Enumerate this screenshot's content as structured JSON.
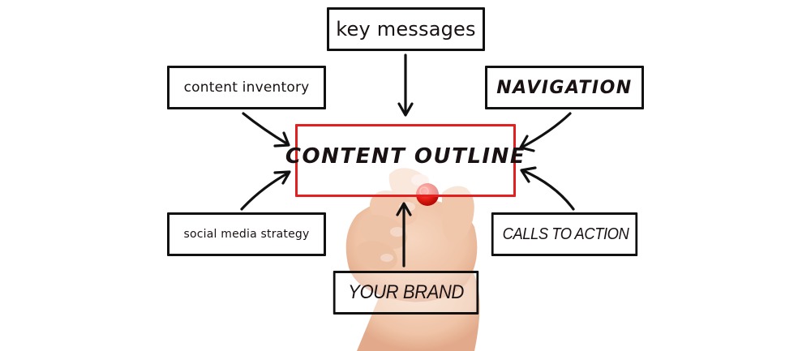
{
  "diagram": {
    "type": "hub-and-spoke concept map",
    "center": {
      "label": "CONTENT OUTLINE",
      "border_color": "#e41f1f"
    },
    "nodes": [
      {
        "id": "key-messages",
        "label": "key messages",
        "position": "top"
      },
      {
        "id": "content-inventory",
        "label": "content inventory",
        "position": "top-left"
      },
      {
        "id": "navigation",
        "label": "NAVIGATION",
        "position": "top-right"
      },
      {
        "id": "social-media-strategy",
        "label": "social media strategy",
        "position": "bottom-left"
      },
      {
        "id": "calls-to-action",
        "label": "CALLS TO ACTION",
        "position": "bottom-right"
      },
      {
        "id": "your-brand",
        "label": "YOUR BRAND",
        "position": "bottom"
      }
    ],
    "edges": [
      {
        "from": "key-messages",
        "to": "center"
      },
      {
        "from": "content-inventory",
        "to": "center"
      },
      {
        "from": "navigation",
        "to": "center"
      },
      {
        "from": "social-media-strategy",
        "to": "center"
      },
      {
        "from": "calls-to-action",
        "to": "center"
      },
      {
        "from": "your-brand",
        "to": "center"
      }
    ],
    "colors": {
      "ink": "#111111",
      "marker": "#e41f1f",
      "background": "#ffffff",
      "skin": "#f0c9ae"
    },
    "decoration": {
      "hand_with_marker": "hand holding a red marker drawing the center box"
    }
  }
}
